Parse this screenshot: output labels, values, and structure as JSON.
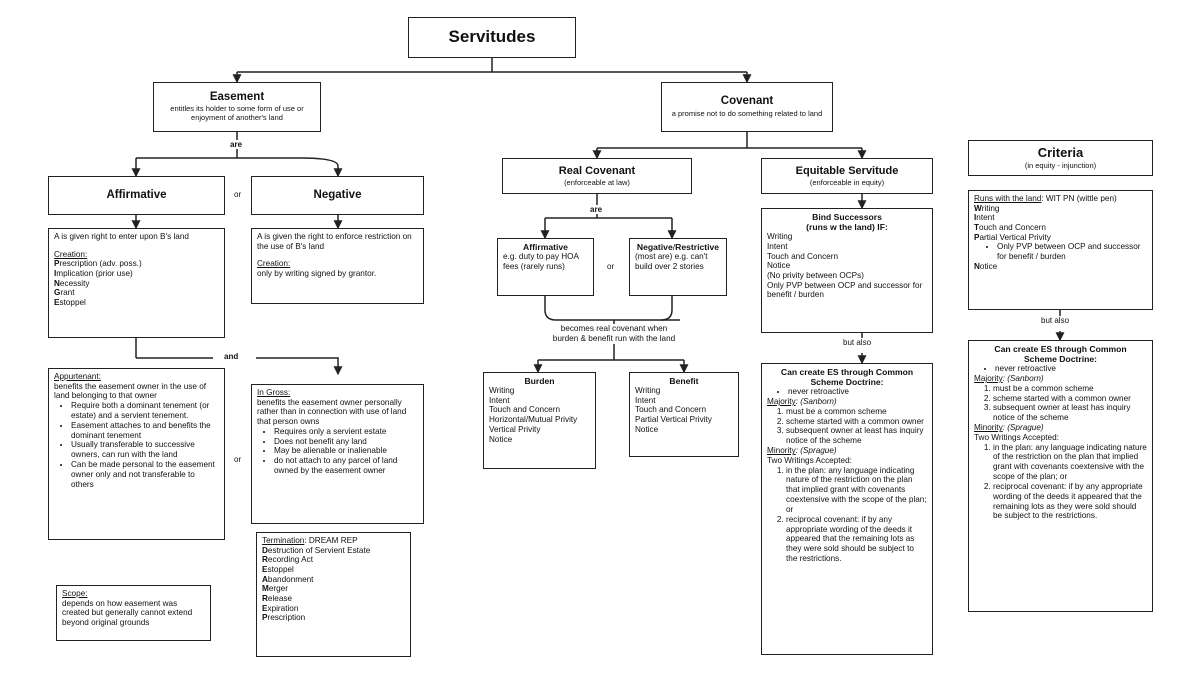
{
  "diagram": {
    "title": "Servitudes",
    "root": {
      "label": "Servitudes"
    },
    "connectors": {
      "are_easement": "are",
      "or_easement": "or",
      "and_easement": "and",
      "or_appurtenant": "or",
      "are_real_covenant": "are",
      "or_covenant": "or",
      "becomes_real_covenant": "becomes real covenant when\nburden & benefit run with the land",
      "but_also_es": "but also",
      "but_also_criteria": "but also"
    },
    "easement": {
      "title": "Easement",
      "subtitle": "entitles its holder to some form of use or enjoyment of another's land",
      "affirmative": {
        "title": "Affirmative",
        "detail": {
          "intro": "A is given right to enter upon B's land",
          "creation_label": "Creation:",
          "items": [
            {
              "bold": "P",
              "rest": "rescription (adv. poss.)"
            },
            {
              "bold": "I",
              "rest": "mplication (prior use)"
            },
            {
              "bold": "N",
              "rest": "ecessity"
            },
            {
              "bold": "G",
              "rest": "rant"
            },
            {
              "bold": "E",
              "rest": "stoppel"
            }
          ]
        }
      },
      "negative": {
        "title": "Negative",
        "detail": {
          "intro": "A is given the right to enforce restriction on the use of B's land",
          "creation_label": "Creation:",
          "creation_text": "only by writing signed by grantor."
        }
      },
      "appurtenant": {
        "heading": "Appurtenant:",
        "intro": "benefits the easement owner in the use of land belonging to that owner",
        "bullets": [
          "Require both a dominant tenement (or estate) and a servient tenement.",
          "Easement attaches to and benefits the dominant tenement",
          "Usually transferable to successive owners, can run with the land",
          "Can be made personal to the easement owner only and not transferable to others"
        ]
      },
      "in_gross": {
        "heading": "In Gross:",
        "intro": "benefits the easement owner personally rather than in connection with use of land that person owns",
        "bullets": [
          "Requires only a servient estate",
          "Does not benefit any land",
          "May be alienable or inalienable",
          "do not attach to any parcel of land owned by the easement owner"
        ]
      },
      "termination": {
        "heading": "Termination",
        "acronym": ": DREAM REP",
        "items": [
          {
            "bold": "D",
            "rest": "estruction of Servient Estate"
          },
          {
            "bold": "R",
            "rest": "ecording Act"
          },
          {
            "bold": "E",
            "rest": "stoppel"
          },
          {
            "bold": "A",
            "rest": "bandonment"
          },
          {
            "bold": "M",
            "rest": "erger"
          },
          {
            "bold": "R",
            "rest": "elease"
          },
          {
            "bold": "E",
            "rest": "xpiration"
          },
          {
            "bold": "P",
            "rest": "rescription"
          }
        ]
      },
      "scope": {
        "heading": "Scope:",
        "text": "depends on how easement was created but generally cannot extend beyond original grounds"
      }
    },
    "covenant": {
      "title": "Covenant",
      "subtitle": "a promise not to do something related to land",
      "real_covenant": {
        "title": "Real Covenant",
        "subtitle": "(enforceable at law)",
        "affirmative": {
          "title": "Affirmative",
          "text": "e.g. duty to pay HOA fees (rarely runs)"
        },
        "negative": {
          "title_bold_a": "Negative",
          "title_slash": "/",
          "title_bold_b": "Restrictive",
          "text": "(most are) e.g. can't build over 2 stories"
        },
        "burden": {
          "title": "Burden",
          "items": [
            "Writing",
            "Intent",
            "Touch and Concern",
            "Horizontal/Mutual Privity",
            "Vertical Privity",
            "Notice"
          ]
        },
        "benefit": {
          "title": "Benefit",
          "items": [
            "Writing",
            "Intent",
            "Touch and Concern",
            "Partial Vertical Privity",
            "Notice"
          ]
        }
      },
      "equitable_servitude": {
        "title": "Equitable Servitude",
        "subtitle": "(enforceable in equity)",
        "bind_successors": {
          "title_line1": "Bind Successors",
          "title_line2_bold": "(runs w the land)",
          "title_line2_tail": " IF:",
          "items": [
            "Writing",
            "Intent",
            "Touch and Concern",
            "Notice",
            "(No privity between OCPs)",
            "Only PVP between OCP and successor for benefit / burden"
          ]
        }
      }
    },
    "common_scheme_es": {
      "title_line1": "Can create ES through Common",
      "title_line2": "Scheme Doctrine:",
      "bullet": "never retroactive",
      "majority_label": "Majority",
      "majority_case": ": (Sanborn)",
      "majority_items": [
        "must be a common scheme",
        "scheme started with a common owner",
        "subsequent owner at least has inquiry notice of the  scheme"
      ],
      "minority_label": "Minority",
      "minority_case": ": (Sprague)",
      "two_writings_label": "Two Writings Accepted:",
      "two_writings_items": [
        "in the plan: any language indicating nature of the restriction on the plan that implied grant with covenants coextensive with the scope of the plan; or",
        "reciprocal covenant: if by any appropriate wording of the deeds it appeared that the remaining lots as they were sold should be subject to the restrictions."
      ]
    },
    "criteria": {
      "title": "Criteria",
      "subtitle": "(in equity - injunction)",
      "runs_with_land": {
        "heading": "Runs with the land",
        "acronym": ": WIT PN (wittle pen)",
        "items": [
          {
            "bold": "W",
            "rest": "riting"
          },
          {
            "bold": "I",
            "rest": "ntent"
          },
          {
            "bold": "T",
            "rest": "ouch and Concern"
          },
          {
            "bold": "P",
            "rest": "artial Vertical Privity"
          }
        ],
        "sub_bullet": "Only PVP between OCP and successor for benefit / burden",
        "last": {
          "bold": "N",
          "rest": "otice"
        }
      }
    }
  }
}
